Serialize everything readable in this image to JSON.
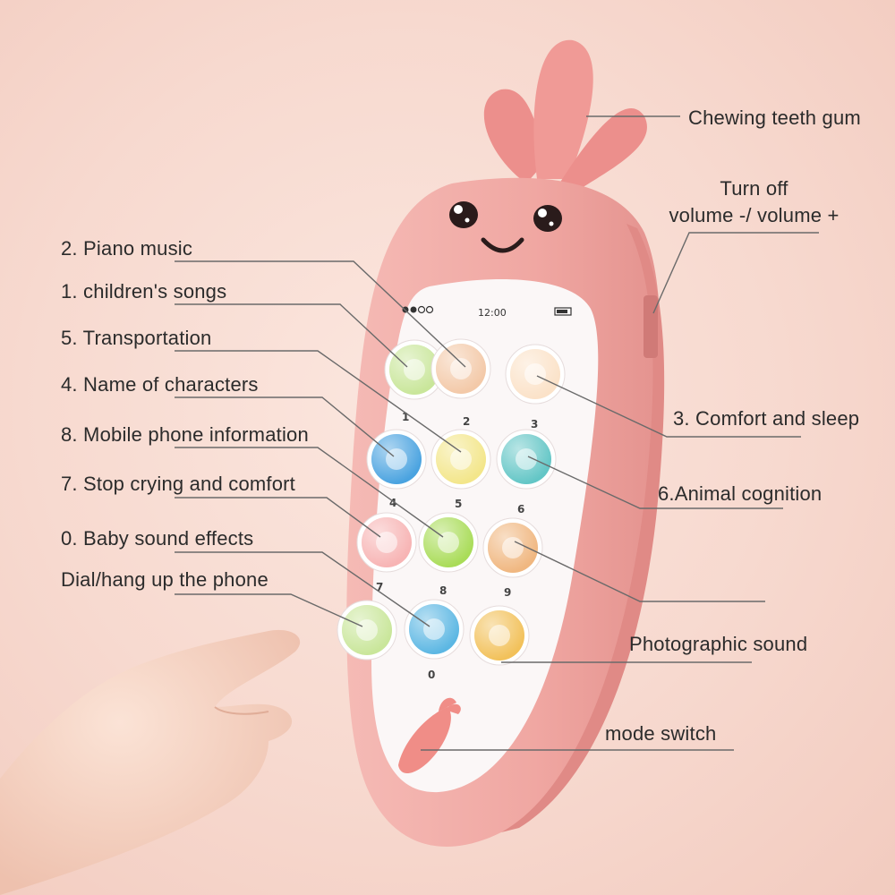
{
  "phone": {
    "status_time": "12:00",
    "buttons": [
      {
        "number": "1",
        "icon": "music-notes-icon",
        "color": "#c9e69a"
      },
      {
        "number": "2",
        "icon": "piano-icon",
        "color": "#f3c9a8"
      },
      {
        "number": "3",
        "icon": "moon-baby-icon",
        "color": "#fbe2c8"
      },
      {
        "number": "4",
        "icon": "boy-face-icon",
        "color": "#4aa3e0"
      },
      {
        "number": "5",
        "icon": "airplane-icon",
        "color": "#f3e68a"
      },
      {
        "number": "6",
        "icon": "cat-icon",
        "color": "#63c6c6"
      },
      {
        "number": "7",
        "icon": "pacifier-icon",
        "color": "#f7b4b4"
      },
      {
        "number": "8",
        "icon": "chat-bubble-icon",
        "color": "#a9dc58"
      },
      {
        "number": "9",
        "icon": "sun-icon",
        "color": "#f0b780"
      },
      {
        "number": "",
        "icon": "phone-handset-icon",
        "color": "#c9e69a"
      },
      {
        "number": "0",
        "icon": "baby-face-icon",
        "color": "#5cb7e3"
      },
      {
        "number": "",
        "icon": "camera-icon",
        "color": "#f2c15a"
      }
    ]
  },
  "callouts": {
    "chewing_gum": "Chewing teeth gum",
    "volume_line1": "Turn off",
    "volume_line2": "volume -/ volume +",
    "piano_music": "2. Piano music",
    "childrens_songs": "1. children's songs",
    "transportation": "5. Transportation",
    "name_of_characters": "4. Name of characters",
    "mobile_info": "8. Mobile phone information",
    "stop_crying": "7. Stop crying and comfort",
    "baby_sound": "0. Baby sound effects",
    "dial_hangup": "Dial/hang up the phone",
    "comfort_sleep": "3. Comfort and sleep",
    "animal_cognition": "6.Animal cognition",
    "photographic_sound": "Photographic sound",
    "mode_switch": "mode switch"
  },
  "colors": {
    "phone_body": "#f1a9a4",
    "phone_rim": "#f8c9c4",
    "screen": "#fbf7f7",
    "leaves": "#ec8f8c",
    "leader_line": "#6a6a6a"
  }
}
